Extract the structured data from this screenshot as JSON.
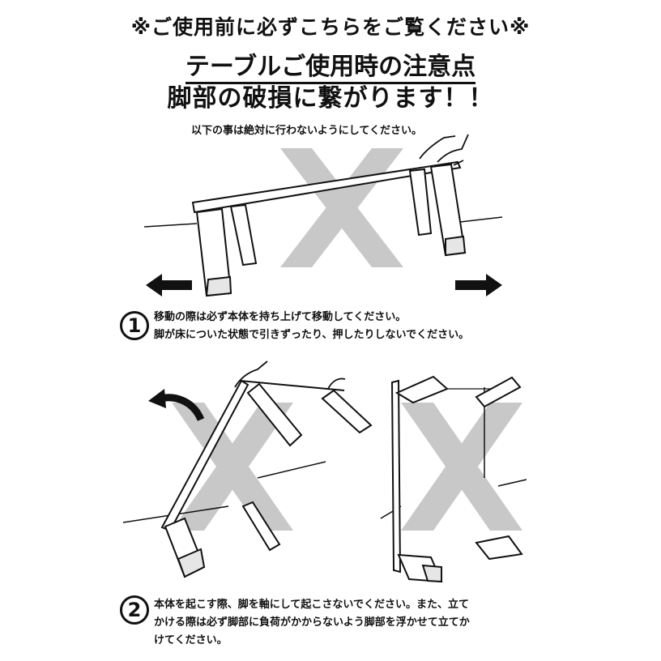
{
  "header": {
    "line1": "※ご使用前に必ずこちらをご覧ください※",
    "line2": "テーブルご使用時の注意点",
    "line3": "脚部の破損に繋がります！！"
  },
  "intro": "以下の事は絶対に行わないようにしてください。",
  "section1": {
    "number": "1",
    "lines": [
      "移動の際は必ず本体を持ち上げて移動してください。",
      "脚が床についた状態で引きずったり、押したりしないでください。"
    ]
  },
  "section2": {
    "number": "2",
    "lines": [
      "本体を起こす際、脚を軸にして起こさないでください。また、立て",
      "かける際は必ず脚部に負荷がかからないよう脚部を浮かせて立てか",
      "けてください。"
    ]
  },
  "icons": [
    "prohibited-cross-icon",
    "arrow-left-icon",
    "arrow-right-icon",
    "curved-arrow-icon"
  ]
}
